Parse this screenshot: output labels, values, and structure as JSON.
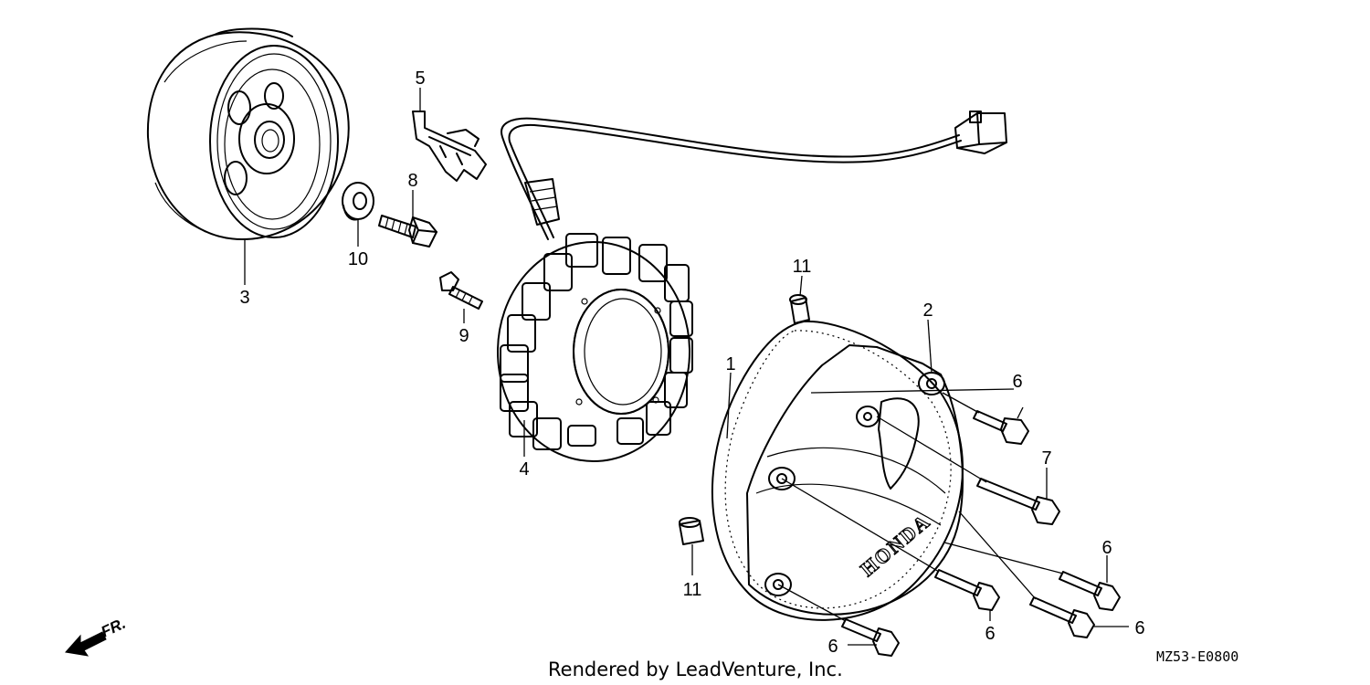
{
  "diagram": {
    "callouts": {
      "p1": "1",
      "p2": "2",
      "p3": "3",
      "p4": "4",
      "p5": "5",
      "p6a": "6",
      "p6b": "6",
      "p6c": "6",
      "p6d": "6",
      "p6e": "6",
      "p7": "7",
      "p8": "8",
      "p9": "9",
      "p10": "10",
      "p11a": "11",
      "p11b": "11"
    },
    "brand_text": "HONDA",
    "direction_label": "FR.",
    "credit": "Rendered by LeadVenture, Inc.",
    "diagram_code": "MZ53-E0800"
  }
}
